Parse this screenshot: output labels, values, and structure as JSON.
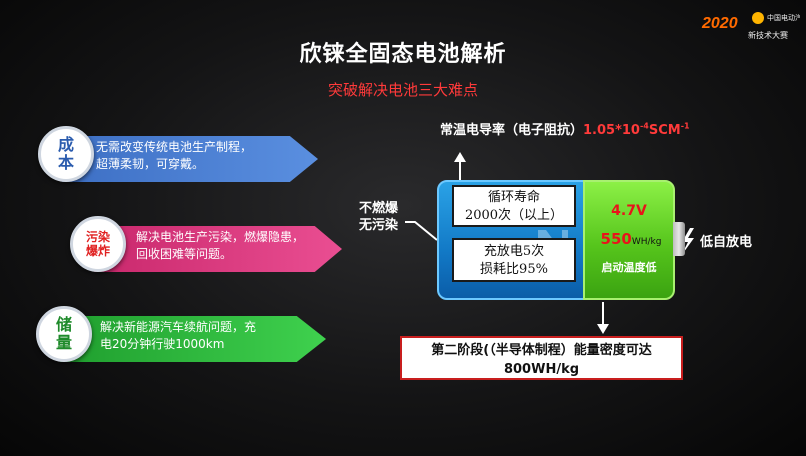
{
  "header": {
    "title": "欣铼全固态电池解析",
    "subtitle": "突破解决电池三大难点",
    "logo_number": "2020",
    "logo_line1": "中国电动汽车",
    "logo_line2": "新技术大赛"
  },
  "items": [
    {
      "badge": "成本",
      "text_line1": "无需改变传统电池生产制程，",
      "text_line2": "超薄柔韧，可穿戴。",
      "color": "#4a82d6"
    },
    {
      "badge_line1": "污染",
      "badge_line2": "爆炸",
      "text_line1": "解决电池生产污染，燃爆隐患，",
      "text_line2": "回收困难等问题。",
      "color": "#e0357e"
    },
    {
      "badge": "储量",
      "text_line1": "解决新能源汽车续航问题，充",
      "text_line2": "电20分钟行驶1000km",
      "color": "#2fbf3d"
    }
  ],
  "battery": {
    "conductivity_label": "常温电导率（电子阻抗）",
    "conductivity_value": "1.05*10",
    "conductivity_exp": "-4",
    "conductivity_unit": "SCM",
    "conductivity_unit_exp": "-1",
    "cycle_line1": "循环寿命",
    "cycle_line2": "2000次（以上）",
    "charge_line1": "充放电5次",
    "charge_line2": "损耗比95%",
    "voltage": "4.7V",
    "energy_value": "550",
    "energy_unit": "WH/kg",
    "low_temp": "启动温度低",
    "no_explode_line1": "不燃爆",
    "no_explode_line2": "无污染",
    "low_discharge": "低自放电",
    "phase2_line1": "第二阶段(（半导体制程）能量密度可达",
    "phase2_line2": "800WH/kg"
  },
  "colors": {
    "accent_red": "#ff3a3a",
    "blue": "#1b86d6",
    "green": "#5ac81f"
  }
}
